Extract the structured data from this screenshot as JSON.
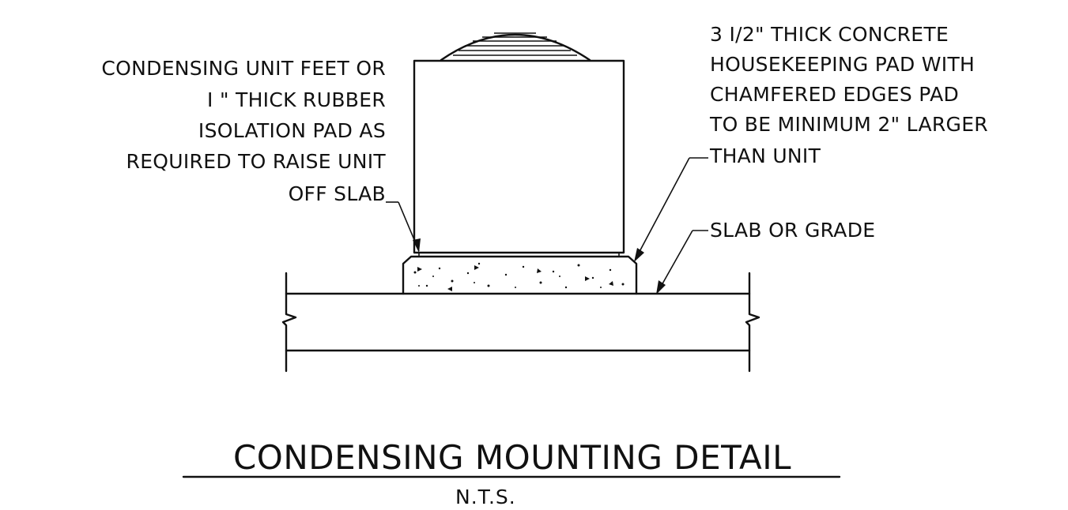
{
  "notes": {
    "left": [
      "CONDENSING UNIT FEET OR",
      "I \" THICK RUBBER",
      "ISOLATION PAD AS",
      "REQUIRED TO RAISE UNIT",
      "OFF SLAB"
    ],
    "right_top": [
      "3 I/2\" THICK CONCRETE",
      "HOUSEKEEPING PAD WITH",
      "CHAMFERED EDGES PAD",
      "TO BE MINIMUM 2\" LARGER",
      "THAN UNIT"
    ],
    "right_bottom": "SLAB OR GRADE"
  },
  "title": "CONDENSING MOUNTING DETAIL",
  "scale": "N.T.S."
}
